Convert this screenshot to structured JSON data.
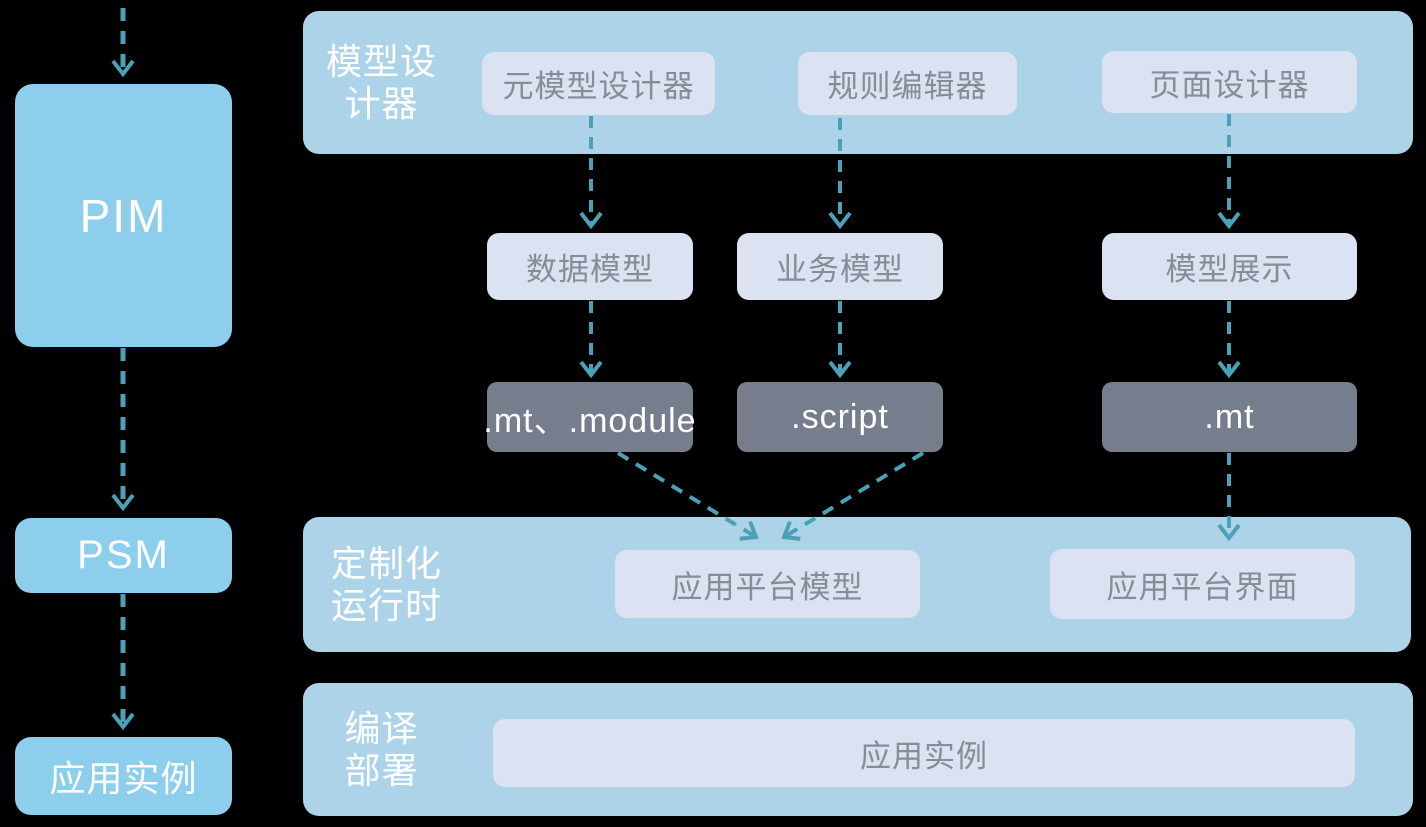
{
  "colors": {
    "bg": "#000000",
    "leftbox": "#8CCEEC",
    "container": "#ADD3E8",
    "chip": "#DBE2F1",
    "chiptext": "#878D96",
    "dark": "#767D8D",
    "arrow": "#4BA2B8"
  },
  "left_column": {
    "pim": "PIM",
    "psm": "PSM",
    "app_instance": "应用实例"
  },
  "containers": {
    "designer": {
      "label_line1": "模型设",
      "label_line2": "计器",
      "items": [
        "元模型设计器",
        "规则编辑器",
        "页面设计器"
      ]
    },
    "runtime": {
      "label_line1": "定制化",
      "label_line2": "运行时",
      "items": [
        "应用平台模型",
        "应用平台界面"
      ]
    },
    "deploy": {
      "label_line1": "编译",
      "label_line2": "部署",
      "items": [
        "应用实例"
      ]
    }
  },
  "middle_row": [
    "数据模型",
    "业务模型",
    "模型展示"
  ],
  "artifact_row": [
    ".mt、.module",
    ".script",
    ".mt"
  ]
}
